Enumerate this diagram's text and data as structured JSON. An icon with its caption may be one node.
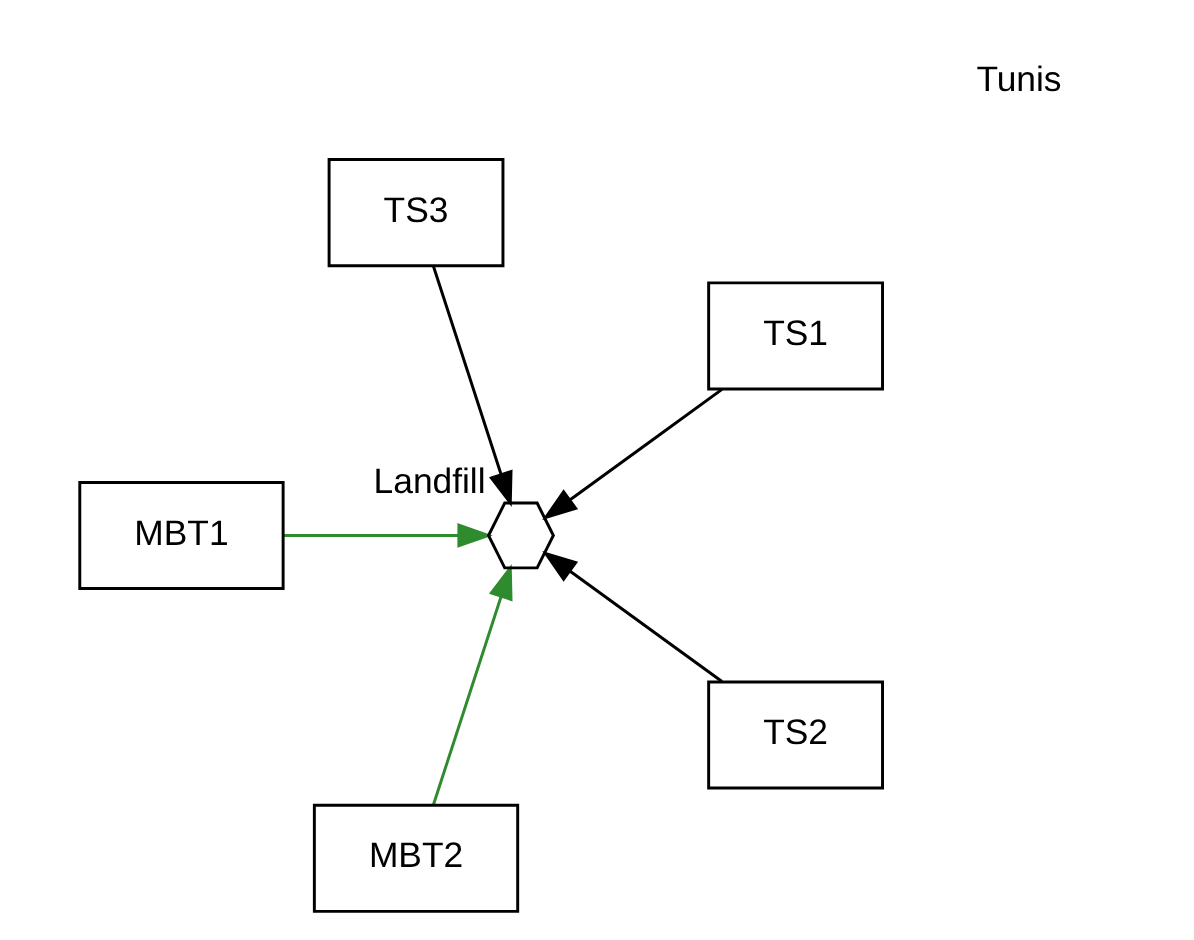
{
  "diagram": {
    "nodes": [
      {
        "text": [
          "TS1"
        ]
      },
      {
        "text": [
          "TS3"
        ]
      },
      {
        "text": [
          "MBT1"
        ]
      },
      {
        "text": [],
        "shape": "hexagon",
        "beside": [
          "Landfill"
        ]
      },
      {
        "text": [
          "MBT2"
        ]
      },
      {
        "text": [
          "TS2"
        ]
      }
    ],
    "edges": [
      {
        "from": 0,
        "to": 3,
        "arrow": "to"
      },
      {
        "from": 1,
        "to": 3,
        "arrow": "to"
      },
      {
        "from": 2,
        "to": 3,
        "arrow": "to",
        "color": "#2e8b2e"
      },
      {
        "from": 4,
        "to": 3,
        "arrow": "to",
        "color": "#2e8b2e"
      },
      {
        "from": 5,
        "to": 3,
        "arrow": "to"
      }
    ],
    "labels": [
      "Tunis"
    ]
  }
}
